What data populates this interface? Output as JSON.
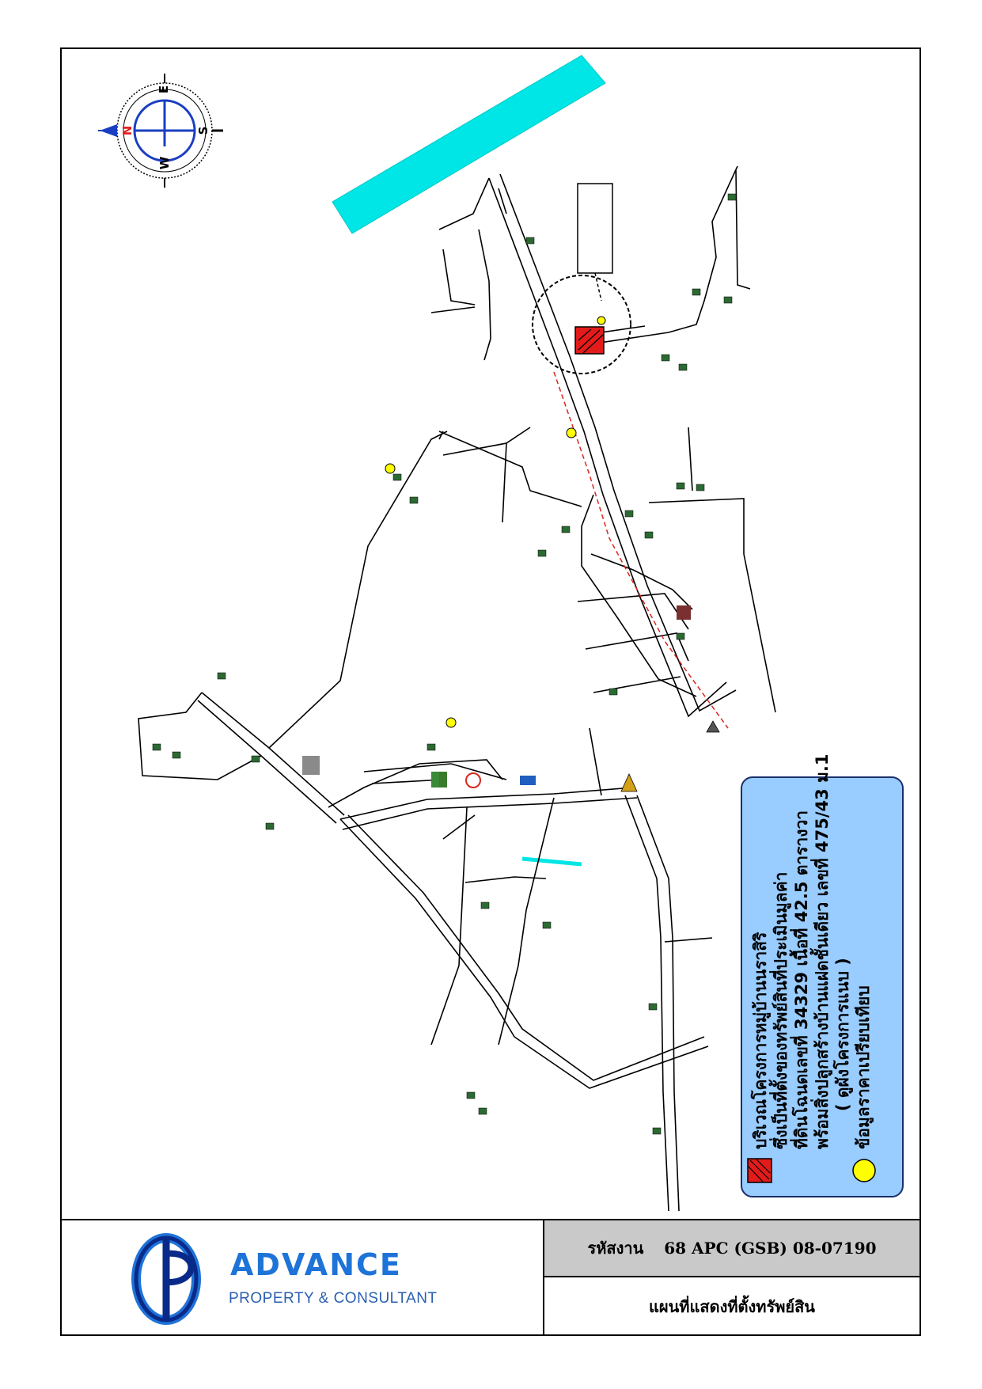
{
  "map": {
    "compass": {
      "directions": {
        "north": "N",
        "east": "E",
        "south": "S",
        "west": "W"
      }
    },
    "legend": {
      "title": "บริเวณโครงการหมู่บ้านนราสิริ",
      "line2": "ซึ่งเป็นที่ตั้งของทรัพย์สินที่ประเมินมูลค่า",
      "line3": "ที่ดินโฉนดเลขที่ 34329 เนื้อที่ 42.5 ตารางวา",
      "line4": "พร้อมสิ่งปลูกสร้างบ้านแฝดชั้นเดียว เลขที่ 475/43 ม.1",
      "line5": "( ดูผังโครงการแนบ )",
      "comparable": "ข้อมูลราคาเปรียบเทียบ"
    },
    "colors": {
      "river": "#00e5e5",
      "legend_box": "#99ccff",
      "subject": "#e31b1b",
      "comparable": "#ffff00",
      "route": "#d9271c",
      "roads": "#000000"
    }
  },
  "title_block": {
    "brand_name": "ADVANCE",
    "brand_sub": "PROPERTY & CONSULTANT",
    "code_label": "รหัสงาน",
    "code_value": "68 APC (GSB) 08-07190",
    "doc_title": "แผนที่แสดงที่ตั้งทรัพย์สิน"
  }
}
